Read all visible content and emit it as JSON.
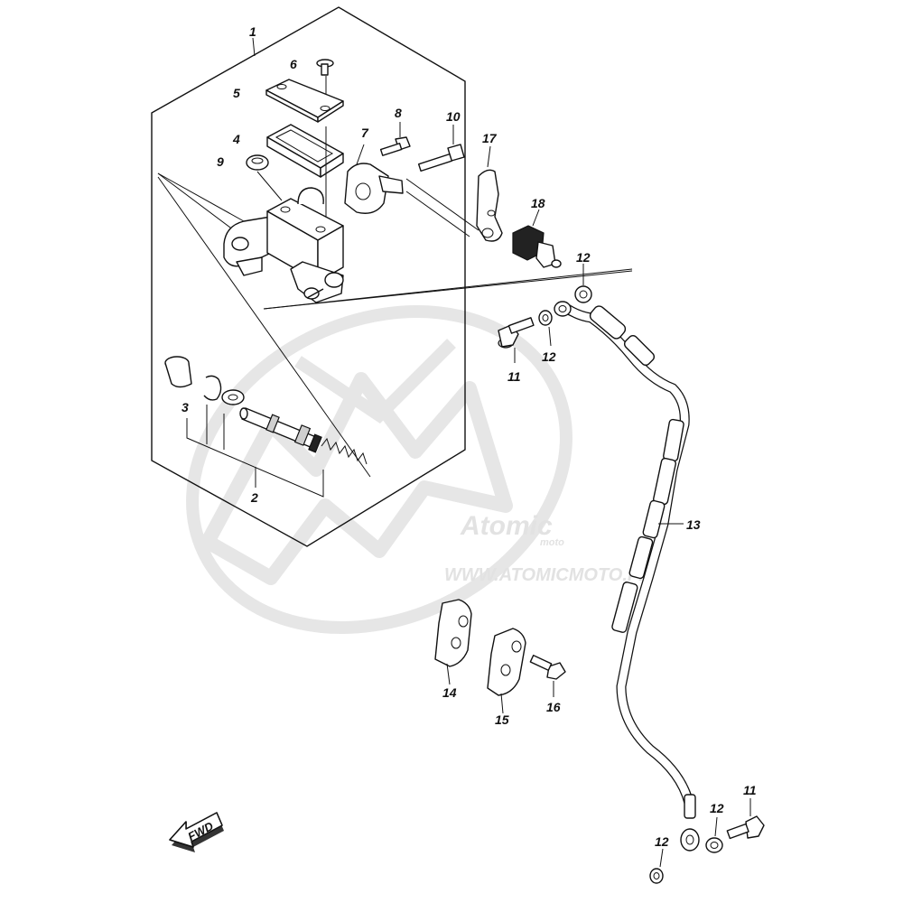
{
  "watermark": {
    "brand": "Atomic",
    "brand_sub": "moto",
    "url": "WWW.ATOMICMOTO.FR",
    "color": "#e2e2e2"
  },
  "direction_label": "FWD",
  "callouts": {
    "c1": "1",
    "c2": "2",
    "c3": "3",
    "c4": "4",
    "c5": "5",
    "c6": "6",
    "c7": "7",
    "c8": "8",
    "c9": "9",
    "c10": "10",
    "c11a": "11",
    "c11b": "11",
    "c12a": "12",
    "c12b": "12",
    "c12c": "12",
    "c12d": "12",
    "c13": "13",
    "c14": "14",
    "c15": "15",
    "c16": "16",
    "c17": "17",
    "c18": "18"
  }
}
